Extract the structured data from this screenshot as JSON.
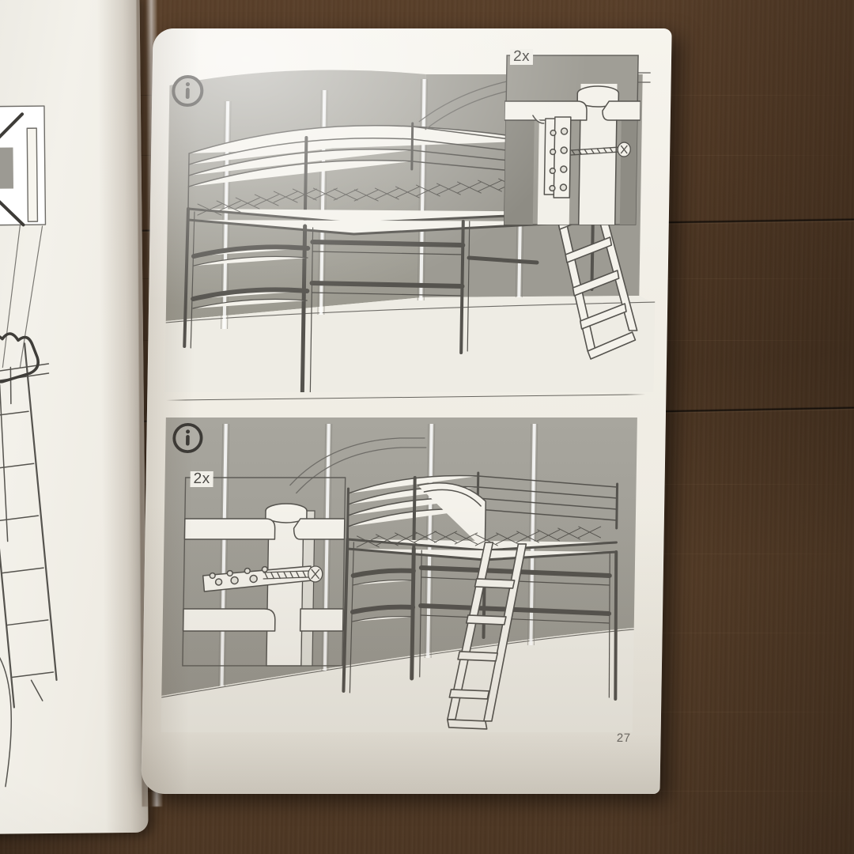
{
  "document": {
    "type": "assembly-instruction-manual",
    "page_number": "27",
    "background_surface": "dark-brown-wood-table"
  },
  "colors": {
    "wood_dark": "#46311f",
    "wood_mid": "#563d27",
    "paper": "#f2efe7",
    "panel_gray": "#9c9a93",
    "panel_gray_light": "#b4b2aa",
    "line_ink": "#55534e",
    "text_gray": "#6d6b66"
  },
  "left_page": {
    "visible": "partial",
    "description": "left-hand page of open manual showing a crossed-out warning illustration and a loft bed with ladder",
    "illustrations": [
      {
        "name": "crossed-out-step-box",
        "marker": "X"
      },
      {
        "name": "loft-bed-with-ladder"
      },
      {
        "name": "hand-pointing-icon"
      }
    ]
  },
  "right_page": {
    "panels": [
      {
        "id": "panel-1",
        "step_icon": "info-icon",
        "step_icon_label": "i",
        "main_illustration": "loft-bed-frame-with-ladder-on-right",
        "callout": {
          "label": "2x",
          "name": "screw-bracket-detail",
          "description": "close-up of ladder hook bracket fastened to bed frame post with a screw"
        }
      },
      {
        "id": "panel-2",
        "step_icon": "info-icon",
        "step_icon_label": "i",
        "main_illustration": "loft-bed-frame-with-ladder-mounted-mirrored",
        "callout": {
          "label": "2x",
          "name": "screw-bracket-detail",
          "description": "close-up of ladder hook bracket fastened to bed frame post with a screw"
        }
      }
    ],
    "page_number": "27"
  }
}
